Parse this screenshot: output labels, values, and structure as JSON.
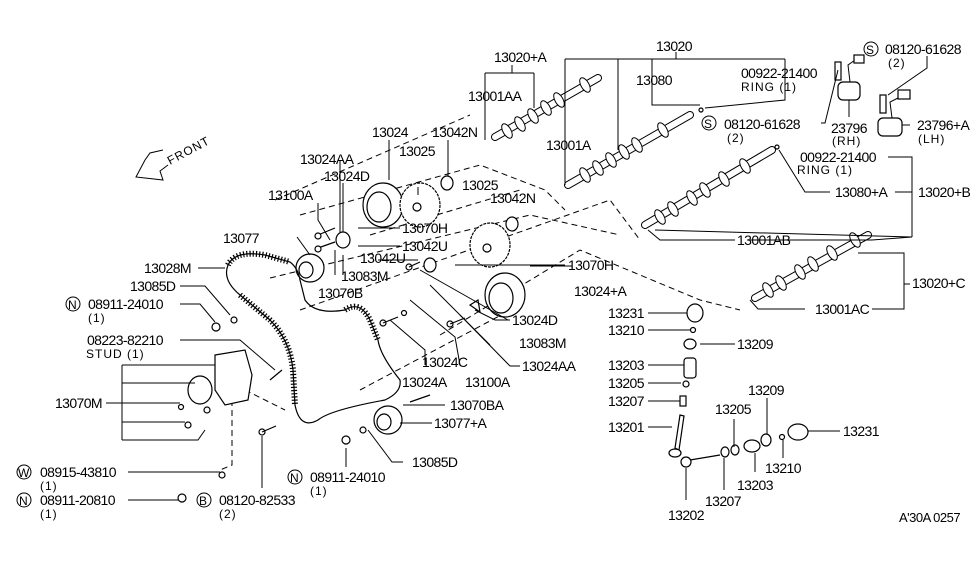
{
  "diagram": {
    "title": "Camshaft & Valve Mechanism - exploded parts diagram",
    "front_label": "FRONT",
    "reference_code": "A'30A 0257",
    "labels": {
      "p13020": "13020",
      "p13020A": "13020+A",
      "p13001AA": "13001AA",
      "p13080": "13080",
      "p00922_a": "00922-21400",
      "ring_a": "RING (1)",
      "s08120_a": "08120-61628",
      "s08120_a_qty": "(2)",
      "s08120_b": "08120-61628",
      "s08120_b_qty": "(2)",
      "p23796": "23796",
      "p23796_side": "(RH)",
      "p23796A": "23796+A",
      "p23796A_side": "(LH)",
      "p13024": "13024",
      "p13042N_a": "13042N",
      "p13025_a": "13025",
      "p13001A": "13001A",
      "p13024AA_a": "13024AA",
      "p13024D_a": "13024D",
      "p13100A_a": "13100A",
      "p13070H_a": "13070H",
      "p13042U_a": "13042U",
      "p13025_b": "13025",
      "p13042N_b": "13042N",
      "p00922_b": "00922-21400",
      "ring_b": "RING (1)",
      "p13080A": "13080+A",
      "p13020B": "13020+B",
      "p13001AB": "13001AB",
      "p13077": "13077",
      "p13042U_b": "13042U",
      "p13083M_a": "13083M",
      "p13070B": "13070B",
      "p13028M": "13028M",
      "p13085D_a": "13085D",
      "n08911_a": "08911-24010",
      "n08911_a_qty": "(1)",
      "p13070H_b": "13070H",
      "p13024A_plus": "13024+A",
      "p13020C": "13020+C",
      "p13001AC": "13001AC",
      "p13024D_b": "13024D",
      "p13083M_b": "13083M",
      "p13024AA_b": "13024AA",
      "p13024C": "13024C",
      "p13024A": "13024A",
      "p13100A_b": "13100A",
      "p08223": "08223-82210",
      "stud": "STUD (1)",
      "p13070M": "13070M",
      "p13070BA": "13070BA",
      "p13077A": "13077+A",
      "p13085D_b": "13085D",
      "w08915": "08915-43810",
      "w08915_qty": "(1)",
      "n08911_b": "08911-20810",
      "n08911_b_qty": "(1)",
      "b08120": "08120-82533",
      "b08120_qty": "(2)",
      "n08911_c": "08911-24010",
      "n08911_c_qty": "(1)",
      "v13231_a": "13231",
      "v13210_a": "13210",
      "v13209_a": "13209",
      "v13203_a": "13203",
      "v13205_a": "13205",
      "v13207_a": "13207",
      "v13201": "13201",
      "v13205_b": "13205",
      "v13209_b": "13209",
      "v13231_b": "13231",
      "v13210_b": "13210",
      "v13203_b": "13203",
      "v13207_b": "13207",
      "v13202": "13202"
    },
    "badges": {
      "S": "S",
      "N": "N",
      "W": "W",
      "B": "B"
    }
  }
}
